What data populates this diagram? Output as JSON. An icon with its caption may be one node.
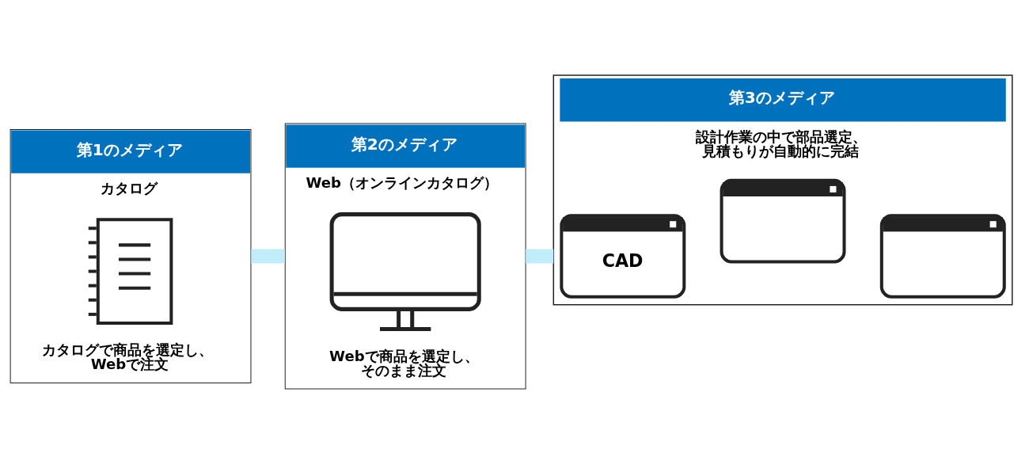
{
  "diagram": {
    "nodes": [
      {
        "text": [
          "第1のメディア",
          "カタログ",
          "カタログで商品を選定し、Webで注文"
        ]
      },
      {
        "text": [
          "第2のメディア",
          "Web（オンラインカタログ）",
          "Webで商品を選定し、そのまま注文"
        ]
      },
      {
        "text": [
          "第3のメディア",
          "設計作業の中で部品選定、見積もりが自動的に完結"
        ]
      },
      {
        "text": [],
        "shape": "box",
        "in": 2
      },
      {
        "text": [
          "CAD"
        ],
        "in": 2
      },
      {
        "text": [],
        "shape": "box",
        "in": 2
      }
    ],
    "edges": [
      {
        "from": 0,
        "to": 1,
        "arrow": "none"
      },
      {
        "from": 1,
        "to": 2,
        "arrow": "none"
      }
    ]
  }
}
